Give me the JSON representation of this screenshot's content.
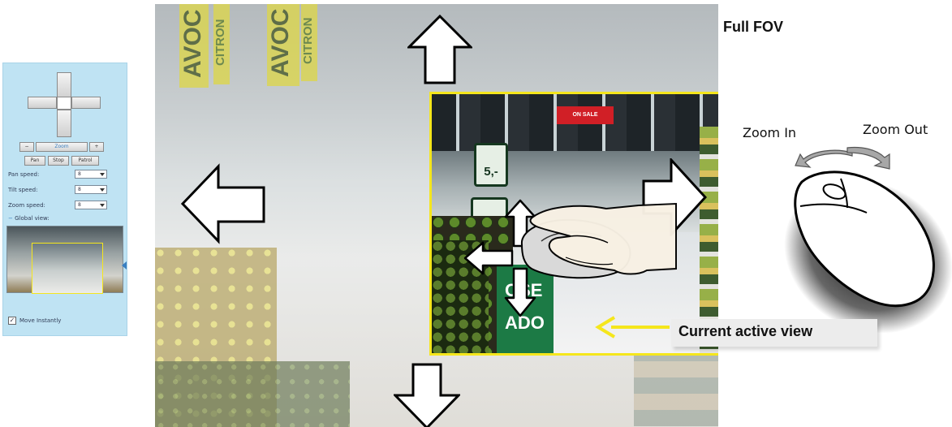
{
  "labels": {
    "full_fov": "Full FOV",
    "current_active_view": "Current active view",
    "zoom_in": "Zoom In",
    "zoom_out": "Zoom Out"
  },
  "panel": {
    "zoom_label": "Zoom",
    "buttons": [
      "Pan",
      "Stop",
      "Patrol"
    ],
    "speed_rows": [
      {
        "label": "Pan speed:",
        "value": "8"
      },
      {
        "label": "Tilt speed:",
        "value": "8"
      },
      {
        "label": "Zoom speed:",
        "value": "8"
      }
    ],
    "global_view_label": "Global view:",
    "move_instantly_label": "Move Instantly",
    "move_instantly_checked": true
  },
  "scene": {
    "signs": [
      "AVOC",
      "AVOC",
      "CITRON",
      "CITRON"
    ],
    "price_tag": "5,-",
    "red_banner": "ON SALE",
    "shelf_text": [
      "OSE",
      "ADO"
    ]
  },
  "colors": {
    "active_view_border": "#f5e61c",
    "panel_background": "#bfe3f3"
  },
  "icons": [
    "arrow-up-icon",
    "arrow-down-icon",
    "arrow-left-icon",
    "arrow-right-icon",
    "move-cross-icon",
    "hand-mouse-icon",
    "mouse-icon",
    "yellow-pointer-arrow-icon"
  ]
}
